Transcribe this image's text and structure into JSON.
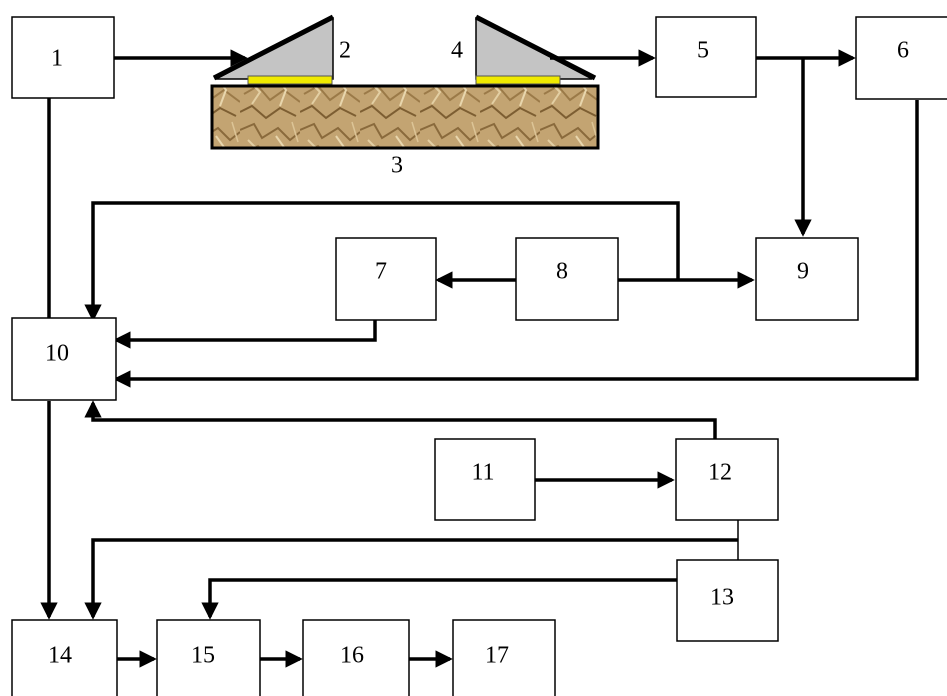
{
  "blocks": [
    {
      "id": "b1",
      "label": "1"
    },
    {
      "id": "b5",
      "label": "5"
    },
    {
      "id": "b6",
      "label": "6"
    },
    {
      "id": "b7",
      "label": "7"
    },
    {
      "id": "b8",
      "label": "8"
    },
    {
      "id": "b9",
      "label": "9"
    },
    {
      "id": "b10",
      "label": "10"
    },
    {
      "id": "b11",
      "label": "11"
    },
    {
      "id": "b12",
      "label": "12"
    },
    {
      "id": "b13",
      "label": "13"
    },
    {
      "id": "b14",
      "label": "14"
    },
    {
      "id": "b15",
      "label": "15"
    },
    {
      "id": "b16",
      "label": "16"
    },
    {
      "id": "b17",
      "label": "17"
    }
  ],
  "transducers": [
    {
      "id": "t2",
      "label": "2"
    },
    {
      "id": "t4",
      "label": "4"
    }
  ],
  "specimen": {
    "label": "3",
    "material_color": "#c3a472"
  }
}
